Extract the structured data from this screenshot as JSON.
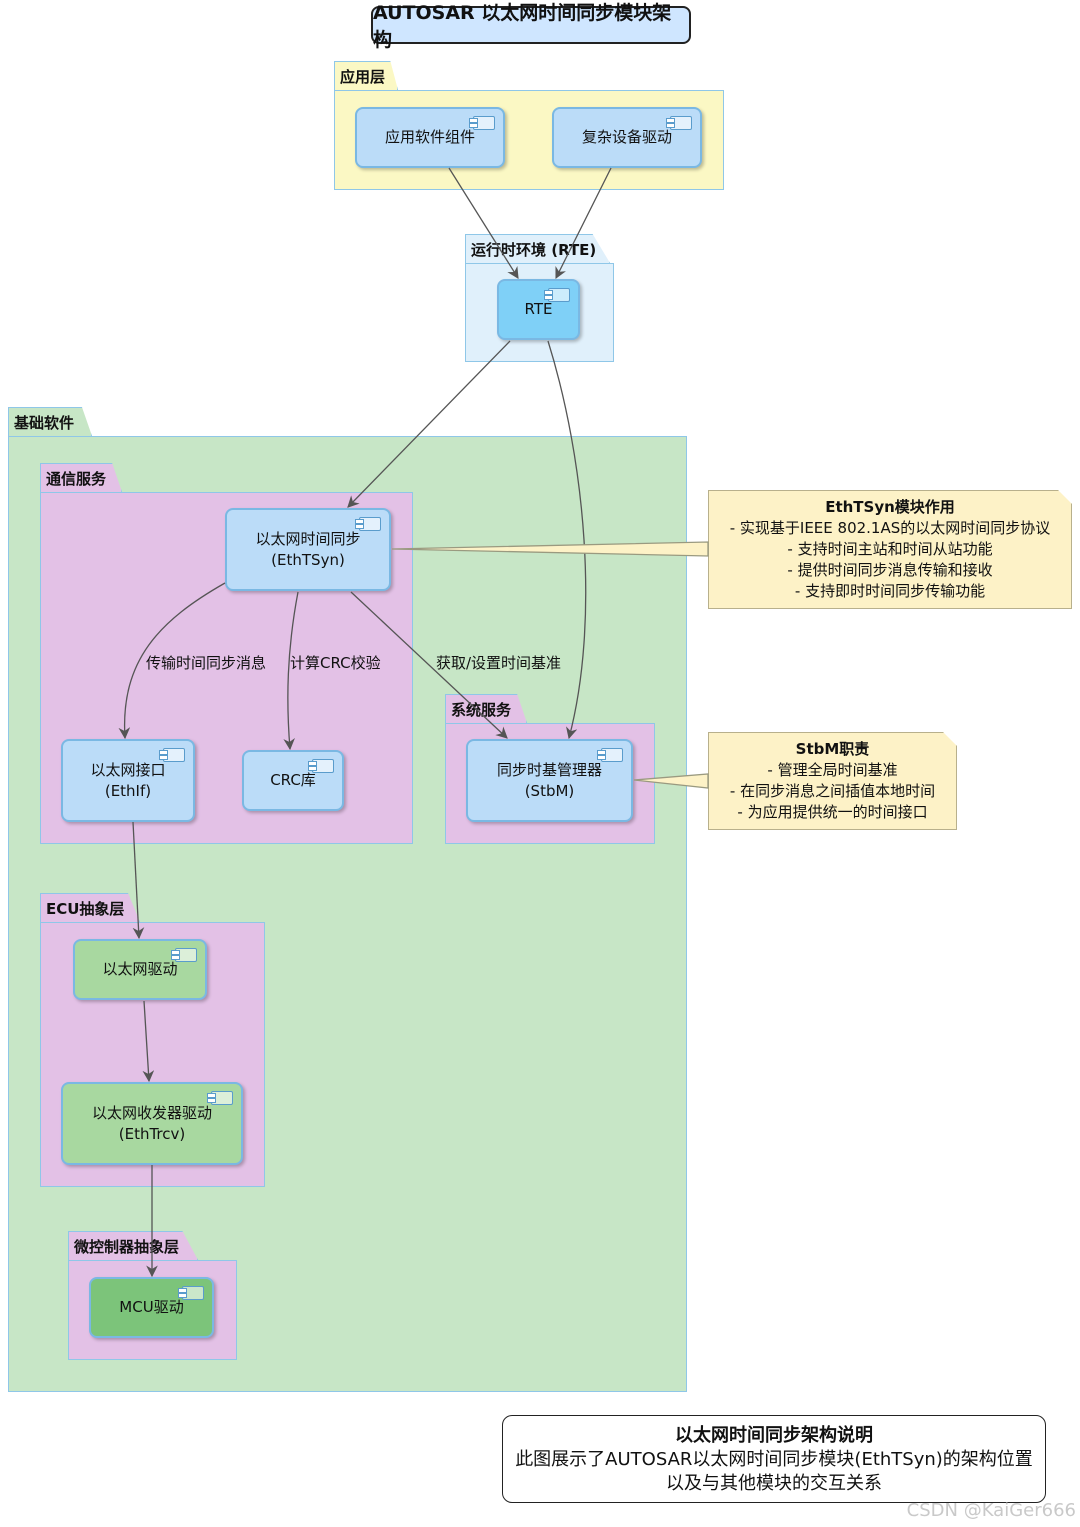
{
  "title": "AUTOSAR 以太网时间同步模块架构",
  "packages": {
    "app": "应用层",
    "rte": "运行时环境 (RTE)",
    "bsw": "基础软件",
    "com": "通信服务",
    "sys": "系统服务",
    "ecu": "ECU抽象层",
    "mcu": "微控制器抽象层"
  },
  "components": {
    "swc": [
      "应用软件组件"
    ],
    "cdd": [
      "复杂设备驱动"
    ],
    "rte": [
      "RTE"
    ],
    "ethtsyn": [
      "以太网时间同步",
      "(EthTSyn)"
    ],
    "ethif": [
      "以太网接口",
      "(EthIf)"
    ],
    "crc": [
      "CRC库"
    ],
    "stbm": [
      "同步时基管理器",
      "(StbM)"
    ],
    "eth": [
      "以太网驱动"
    ],
    "ethtrcv": [
      "以太网收发器驱动",
      "(EthTrcv)"
    ],
    "mcu": [
      "MCU驱动"
    ]
  },
  "edges": {
    "ethtsyn_ethif": "传输时间同步消息",
    "ethtsyn_crc": "计算CRC校验",
    "ethtsyn_stbm": "获取/设置时间基准"
  },
  "notes": {
    "ethtsyn": {
      "title": "EthTSyn模块作用",
      "lines": [
        "- 实现基于IEEE 802.1AS的以太网时间同步协议",
        "- 支持时间主站和时间从站功能",
        "- 提供时间同步消息传输和接收",
        "- 支持即时时间同步传输功能"
      ]
    },
    "stbm": {
      "title": "StbM职责",
      "lines": [
        "- 管理全局时间基准",
        "- 在同步消息之间插值本地时间",
        "- 为应用提供统一的时间接口"
      ]
    }
  },
  "legend": {
    "title": "以太网时间同步架构说明",
    "lines": [
      "此图展示了AUTOSAR以太网时间同步模块(EthTSyn)的架构位置",
      "以及与其他模块的交互关系"
    ]
  },
  "watermark": "CSDN @KaiGer666",
  "colors": {
    "app_bg": "#fbf8c4",
    "rte_bg": "#e0f0fb",
    "bsw_bg": "#c7e6c6",
    "sub_bg": "#e3c1e6",
    "comp_blue": "#bbdcf8",
    "comp_rte": "#7fd0f7",
    "comp_green": "#a8d8a0",
    "comp_green_dark": "#7cc47a",
    "note_bg": "#fdf2c7"
  }
}
